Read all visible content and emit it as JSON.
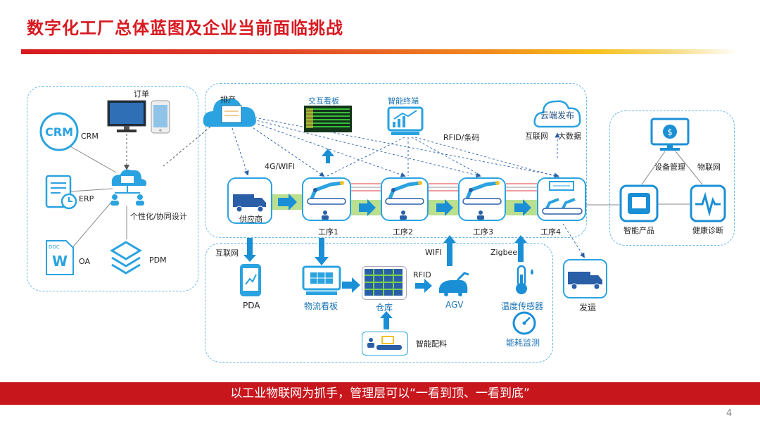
{
  "page_title": "数字化工厂总体蓝图及企业当前面临挑战",
  "footer_text": "以工业物联网为抓手，管理层可以“一看到顶、一看到底”",
  "page_number": "4",
  "left_panel": {
    "order_label": "订单",
    "crm_logo": "CRM",
    "crm_label": "CRM",
    "erp_label": "ERP",
    "oa_label": "OA",
    "pdm_label": "PDM",
    "hub_label": "个性化/协同设计",
    "doc_badge": "DOC",
    "doc_w": "W"
  },
  "center_panel": {
    "schedule_label": "排产",
    "interactive_board": "交互看板",
    "smart_terminal": "智能终端",
    "rfid_barcode": "RFID/条码",
    "net_4g": "4G/WIFI",
    "supplier": "供应商",
    "process1": "工序1",
    "process2": "工序2",
    "process3": "工序3",
    "process4": "工序4",
    "cloud_publish": "云端发布",
    "internet": "互联网",
    "big_data": "大数据"
  },
  "bottom_panel": {
    "internet": "互联网",
    "pda": "PDA",
    "logistics_board": "物流看板",
    "warehouse": "仓库",
    "rfid": "RFID",
    "wifi": "WIFI",
    "agv": "AGV",
    "zigbee": "Zigbee",
    "temp_sensor": "温度传感器",
    "energy_monitor": "能耗监测",
    "smart_distribution": "智能配料"
  },
  "right_panel": {
    "device_mgmt": "设备管理",
    "iot": "物联网",
    "smart_product": "智能产品",
    "health_diag": "健康诊断",
    "shipping": "发运"
  },
  "colors": {
    "accent_red": "#d71920",
    "icon_blue": "#2aa3e0",
    "zone_border": "#6ab7e6",
    "belt_green": "#b9df8f",
    "footer_red": "#c8161d"
  }
}
